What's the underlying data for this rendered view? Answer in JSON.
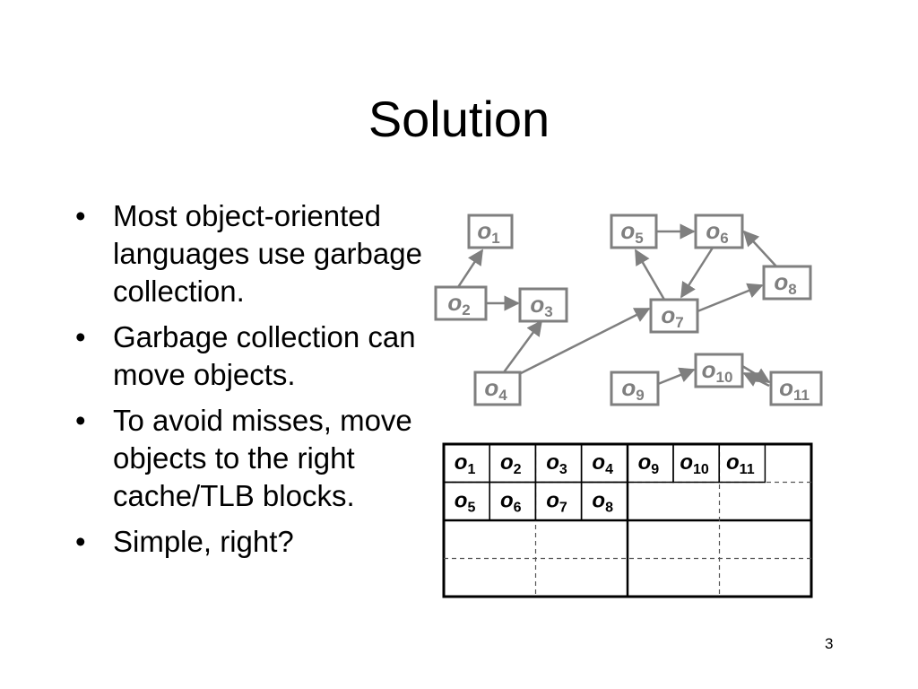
{
  "slide": {
    "title": "Solution",
    "page_number": "3",
    "bullets": [
      "Most object-oriented languages use garbage collection.",
      "Garbage collection can move objects.",
      "To avoid misses, move objects to the right cache/TLB blocks.",
      "Simple, right?"
    ]
  },
  "graph": {
    "nodes": [
      {
        "id": "o1",
        "base": "o",
        "sub": "1"
      },
      {
        "id": "o2",
        "base": "o",
        "sub": "2"
      },
      {
        "id": "o3",
        "base": "o",
        "sub": "3"
      },
      {
        "id": "o4",
        "base": "o",
        "sub": "4"
      },
      {
        "id": "o5",
        "base": "o",
        "sub": "5"
      },
      {
        "id": "o6",
        "base": "o",
        "sub": "6"
      },
      {
        "id": "o7",
        "base": "o",
        "sub": "7"
      },
      {
        "id": "o8",
        "base": "o",
        "sub": "8"
      },
      {
        "id": "o9",
        "base": "o",
        "sub": "9"
      },
      {
        "id": "o10",
        "base": "o",
        "sub": "10"
      },
      {
        "id": "o11",
        "base": "o",
        "sub": "11"
      }
    ],
    "edges": [
      {
        "from": "o2",
        "to": "o1"
      },
      {
        "from": "o2",
        "to": "o3"
      },
      {
        "from": "o4",
        "to": "o3"
      },
      {
        "from": "o4",
        "to": "o7"
      },
      {
        "from": "o5",
        "to": "o6"
      },
      {
        "from": "o7",
        "to": "o5"
      },
      {
        "from": "o6",
        "to": "o7"
      },
      {
        "from": "o7",
        "to": "o8"
      },
      {
        "from": "o8",
        "to": "o6"
      },
      {
        "from": "o9",
        "to": "o10"
      },
      {
        "from": "o10",
        "to": "o11"
      },
      {
        "from": "o11",
        "to": "o10"
      }
    ]
  },
  "memory_grid": {
    "rows": [
      {
        "cells": [
          {
            "base": "o",
            "sub": "1"
          },
          {
            "base": "o",
            "sub": "2"
          },
          {
            "base": "o",
            "sub": "3"
          },
          {
            "base": "o",
            "sub": "4"
          },
          {
            "base": "o",
            "sub": "9"
          },
          {
            "base": "o",
            "sub": "10"
          },
          {
            "base": "o",
            "sub": "11"
          }
        ]
      },
      {
        "cells": [
          {
            "base": "o",
            "sub": "5"
          },
          {
            "base": "o",
            "sub": "6"
          },
          {
            "base": "o",
            "sub": "7"
          },
          {
            "base": "o",
            "sub": "8"
          }
        ]
      },
      {
        "cells": []
      },
      {
        "cells": []
      }
    ]
  },
  "colors": {
    "node_stroke": "#7f7f7f",
    "grid_stroke": "#000000"
  }
}
